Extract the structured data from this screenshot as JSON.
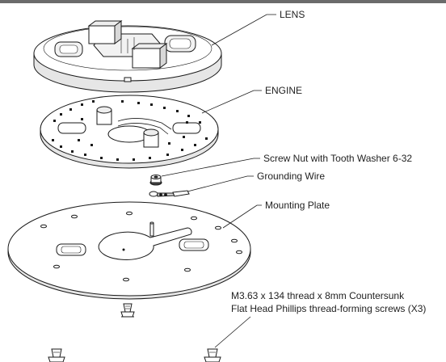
{
  "diagram": {
    "labels": {
      "lens": "LENS",
      "engine": "ENGINE",
      "screw_nut": "Screw Nut with Tooth Washer 6-32",
      "grounding_wire": "Grounding Wire",
      "mounting_plate": "Mounting Plate",
      "screws_line1": "M3.63 x 134 thread x 8mm Countersunk",
      "screws_line2": "Flat Head Phillips thread-forming screws (X3)"
    },
    "colors": {
      "line": "#1a1a1a",
      "fill": "#ffffff",
      "shade": "#dcdcdc",
      "header_bar": "#6b6b6b"
    }
  }
}
